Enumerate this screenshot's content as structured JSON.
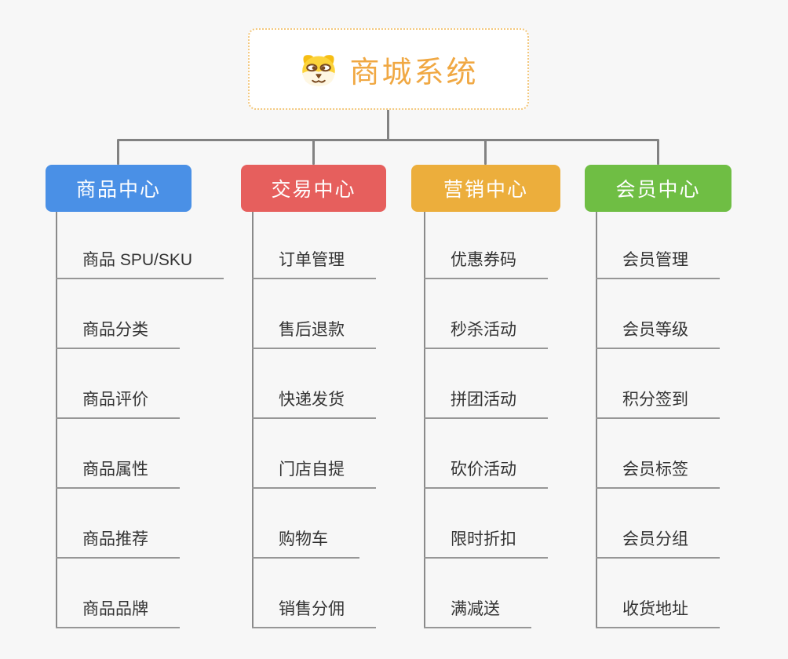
{
  "root": {
    "title": "商城系统",
    "icon": "dog-face-icon"
  },
  "branches": [
    {
      "label": "商品中心",
      "color": "#4A90E6",
      "children": [
        "商品 SPU/SKU",
        "商品分类",
        "商品评价",
        "商品属性",
        "商品推荐",
        "商品品牌"
      ]
    },
    {
      "label": "交易中心",
      "color": "#E65F5D",
      "children": [
        "订单管理",
        "售后退款",
        "快递发货",
        "门店自提",
        "购物车",
        "销售分佣"
      ]
    },
    {
      "label": "营销中心",
      "color": "#ECAE3C",
      "children": [
        "优惠券码",
        "秒杀活动",
        "拼团活动",
        "砍价活动",
        "限时折扣",
        "满减送"
      ]
    },
    {
      "label": "会员中心",
      "color": "#6FBE44",
      "children": [
        "会员管理",
        "会员等级",
        "积分签到",
        "会员标签",
        "会员分组",
        "收货地址"
      ]
    }
  ],
  "colors": {
    "background": "#F7F7F7",
    "connector": "#828282",
    "underline": "#979797",
    "root_accent": "#F0A843",
    "root_border": "#F3C87E",
    "item_text": "#333333"
  }
}
